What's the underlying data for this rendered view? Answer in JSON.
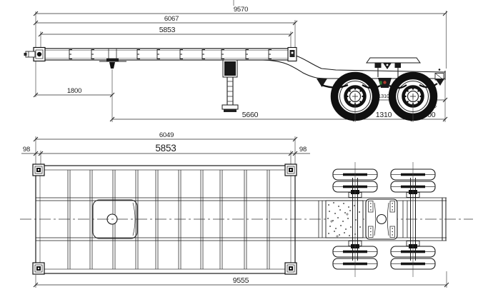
{
  "drawing": {
    "dims": {
      "side_overall": "9570",
      "side_frame": "6067",
      "side_twistlock_span": "5853",
      "side_front_to_kingpin": "1800",
      "side_kingpin_to_axle": "5660",
      "side_axle_spacing": "1310",
      "side_rear_overhang": "800",
      "side_axle_spacing_hidden": "1310",
      "side_rear_overhang_hidden": "800",
      "plan_frame": "6049",
      "plan_twistlock_span": "5853",
      "plan_lock_offset_left": "98",
      "plan_lock_offset_right": "98",
      "plan_overall": "9555"
    },
    "colors": {
      "line": "#1f1f1f",
      "dim_text": "#1c1c1c",
      "accent_red": "#b03a2e",
      "accent_green": "#2e7d32",
      "background": "#ffffff"
    }
  }
}
